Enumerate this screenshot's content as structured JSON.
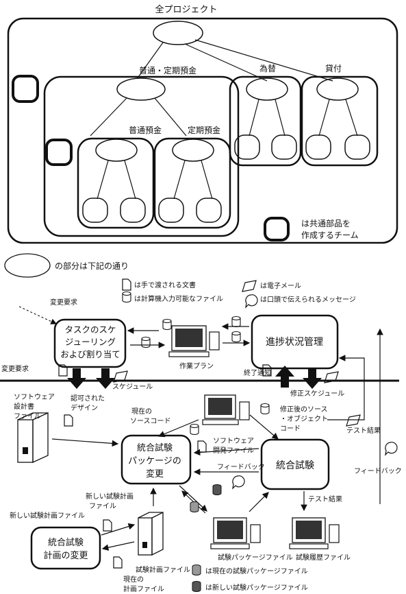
{
  "top": {
    "root_label": "全プロジェクト",
    "groups": {
      "futsu_teiki": "普通・定期預金",
      "kawase": "為替",
      "kashitsuke": "貸付",
      "futsu": "普通預金",
      "teiki": "定期預金"
    },
    "legend_team": [
      "は共通部品を",
      "作成するチーム"
    ]
  },
  "legend": {
    "ellipse_note": "の部分は下記の通り",
    "doc": "は手で渡される文書",
    "file": "は計算機入力可能なファイル",
    "mail": "は電子メール",
    "oral": "は口頭で伝えられるメッセージ"
  },
  "flow": {
    "schedule_box": [
      "タスクのスケ",
      "ジューリング",
      "および割り当て"
    ],
    "progress_box": "進捗状況管理",
    "integration_box": "統合試験",
    "change_pkg_box": [
      "統合試験",
      "パッケージの",
      "変更"
    ],
    "change_plan_box": [
      "統合試験",
      "計画の変更"
    ],
    "labels": {
      "change_req_1": "変更要求",
      "change_req_2": "変更要求",
      "work_plan": "作業プラン",
      "schedule": "スケジュール",
      "end_notice": "終了通知",
      "fix_schedule": "修正スケジュール",
      "sw_design_file": [
        "ソフトウェア",
        "設計書",
        "ファイル"
      ],
      "approved_design": [
        "認可された",
        "デザイン"
      ],
      "current_source": [
        "現在の",
        "ソースコード"
      ],
      "fixed_source": [
        "修正後のソース",
        "・オブジェクト",
        "コード"
      ],
      "test_result_1": "テスト結果",
      "sw_dev_file": [
        "ソフトウェア",
        "開発ファイル"
      ],
      "feedback_1": "フィードバック",
      "feedback_2": "フィードバック",
      "new_test_plan_file_1": [
        "新しい試験計画",
        "ファイル"
      ],
      "new_test_plan_file_2": "新しい試験計画ファイル",
      "test_plan_file": "試験計画ファイル",
      "current_plan_file": [
        "現在の",
        "計画ファイル"
      ],
      "test_package_file": "試験パッケージファイル",
      "test_history_file": "試験履歴ファイル",
      "test_result_2": "テスト結果"
    },
    "bottom_legend": {
      "current_pkg": "は現在の試験パッケージファイル",
      "new_pkg": "は新しい試験パッケージファイル"
    }
  }
}
